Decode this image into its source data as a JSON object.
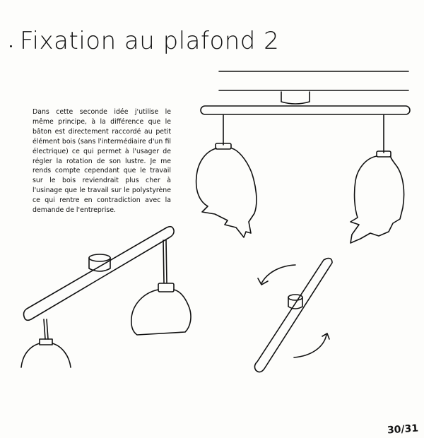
{
  "page": {
    "title": "Fixation au plafond 2",
    "body": "Dans cette seconde idée j'utilise le même principe, à la différence que le bâton est directement raccordé au petit élément bois (sans l'intermédiaire d'un fil électrique) ce qui permet à l'usager de régler la rotation de son lustre. Je me rends compte cependant que le travail sur le bois reviendrait plus cher à l'usinage que le travail sur le polystyrène ce qui rentre en contradiction avec la demande de l'entreprise.",
    "page_number": "30/31"
  },
  "style": {
    "ink": "#111111",
    "paper": "#fdfdfb"
  }
}
